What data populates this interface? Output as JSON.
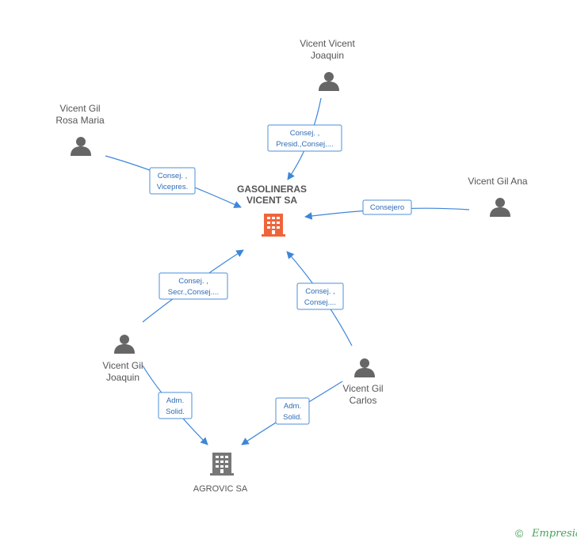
{
  "colors": {
    "edge": "#3d86d9",
    "label_text": "#2f6cb5",
    "person": "#666666",
    "main_company": "#f0643a",
    "other_company": "#777777",
    "brand": "#47a35a"
  },
  "company_main": {
    "line1": "GASOLINERAS",
    "line2": "VICENT SA",
    "icon": "building-icon"
  },
  "company_other": {
    "line1": "AGROVIC SA",
    "icon": "building-icon"
  },
  "persons": {
    "vicent_vicent_joaquin": {
      "line1": "Vicent Vicent",
      "line2": "Joaquin",
      "icon": "person-icon"
    },
    "vicent_gil_rosa_maria": {
      "line1": "Vicent Gil",
      "line2": "Rosa Maria",
      "icon": "person-icon"
    },
    "vicent_gil_ana": {
      "line1": "Vicent Gil Ana",
      "icon": "person-icon"
    },
    "vicent_gil_joaquin": {
      "line1": "Vicent Gil",
      "line2": "Joaquin",
      "icon": "person-icon"
    },
    "vicent_gil_carlos": {
      "line1": "Vicent Gil",
      "line2": "Carlos",
      "icon": "person-icon"
    }
  },
  "edges": {
    "vvj_to_main": {
      "line1": "Consej. ,",
      "line2": "Presid.,Consej...."
    },
    "rosa_to_main": {
      "line1": "Consej. ,",
      "line2": "Vicepres."
    },
    "ana_to_main": {
      "line1": "Consejero"
    },
    "joaquin_to_main": {
      "line1": "Consej. ,",
      "line2": "Secr.,Consej...."
    },
    "carlos_to_main": {
      "line1": "Consej. ,",
      "line2": "Consej...."
    },
    "joaquin_to_agrovic": {
      "line1": "Adm.",
      "line2": "Solid."
    },
    "carlos_to_agrovic": {
      "line1": "Adm.",
      "line2": "Solid."
    }
  },
  "footer": {
    "copyright": "©",
    "brand": "Empresia"
  }
}
